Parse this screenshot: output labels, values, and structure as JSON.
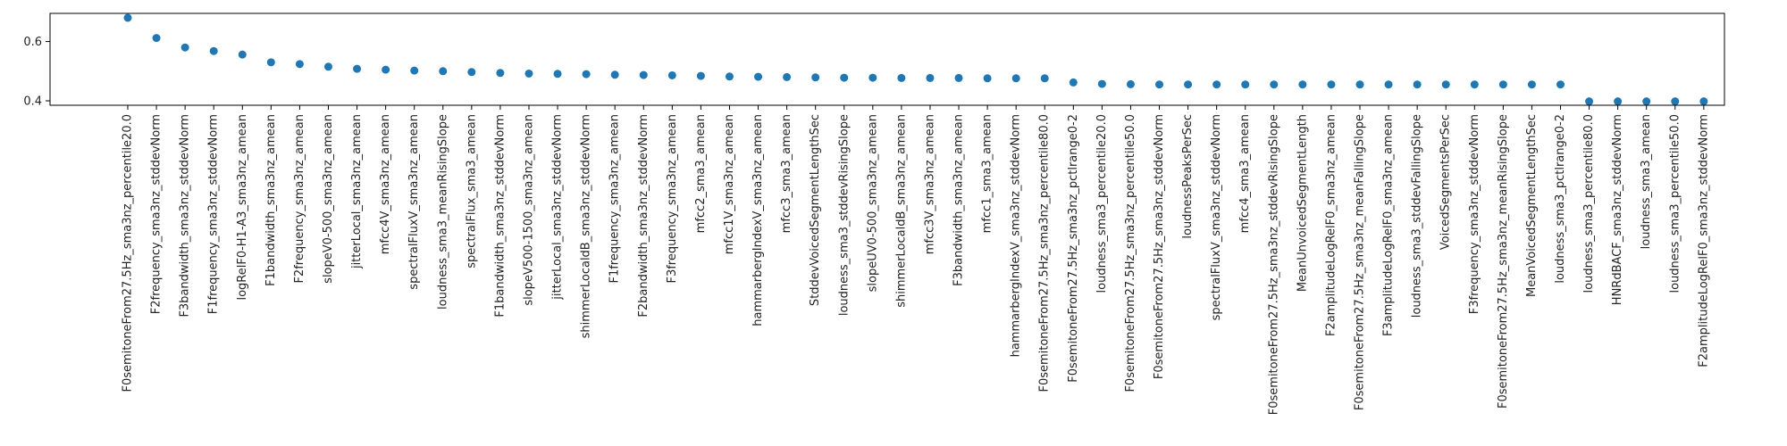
{
  "chart_data": {
    "type": "scatter",
    "title": "",
    "xlabel": "",
    "ylabel": "",
    "ylim": [
      0.385,
      0.695
    ],
    "y_ticks": [
      0.4,
      0.6
    ],
    "y_tick_labels": [
      "0.4",
      "0.6"
    ],
    "grid": false,
    "marker_color": "#1f77b4",
    "categories": [
      "F0semitoneFrom27.5Hz_sma3nz_percentile20.0",
      "F2frequency_sma3nz_stddevNorm",
      "F3bandwidth_sma3nz_stddevNorm",
      "F1frequency_sma3nz_stddevNorm",
      "logRelF0-H1-A3_sma3nz_amean",
      "F1bandwidth_sma3nz_amean",
      "F2frequency_sma3nz_amean",
      "slopeV0-500_sma3nz_amean",
      "jitterLocal_sma3nz_amean",
      "mfcc4V_sma3nz_amean",
      "spectralFluxV_sma3nz_amean",
      "loudness_sma3_meanRisingSlope",
      "spectralFlux_sma3_amean",
      "F1bandwidth_sma3nz_stddevNorm",
      "slopeV500-1500_sma3nz_amean",
      "jitterLocal_sma3nz_stddevNorm",
      "shimmerLocaldB_sma3nz_stddevNorm",
      "F1frequency_sma3nz_amean",
      "F2bandwidth_sma3nz_stddevNorm",
      "F3frequency_sma3nz_amean",
      "mfcc2_sma3_amean",
      "mfcc1V_sma3nz_amean",
      "hammarbergIndexV_sma3nz_amean",
      "mfcc3_sma3_amean",
      "StddevVoicedSegmentLengthSec",
      "loudness_sma3_stddevRisingSlope",
      "slopeUV0-500_sma3nz_amean",
      "shimmerLocaldB_sma3nz_amean",
      "mfcc3V_sma3nz_amean",
      "F3bandwidth_sma3nz_amean",
      "mfcc1_sma3_amean",
      "hammarbergIndexV_sma3nz_stddevNorm",
      "F0semitoneFrom27.5Hz_sma3nz_percentile80.0",
      "F0semitoneFrom27.5Hz_sma3nz_pctlrange0-2",
      "loudness_sma3_percentile20.0",
      "F0semitoneFrom27.5Hz_sma3nz_percentile50.0",
      "F0semitoneFrom27.5Hz_sma3nz_stddevNorm",
      "loudnessPeaksPerSec",
      "spectralFluxV_sma3nz_stddevNorm",
      "mfcc4_sma3_amean",
      "F0semitoneFrom27.5Hz_sma3nz_stddevRisingSlope",
      "MeanUnvoicedSegmentLength",
      "F2amplitudeLogRelF0_sma3nz_amean",
      "F0semitoneFrom27.5Hz_sma3nz_meanFallingSlope",
      "F3amplitudeLogRelF0_sma3nz_amean",
      "loudness_sma3_stddevFallingSlope",
      "VoicedSegmentsPerSec",
      "F3frequency_sma3nz_stddevNorm",
      "F0semitoneFrom27.5Hz_sma3nz_meanRisingSlope",
      "MeanVoicedSegmentLengthSec",
      "loudness_sma3_pctlrange0-2",
      "loudness_sma3_percentile80.0",
      "HNRdBACF_sma3nz_stddevNorm",
      "loudness_sma3_amean",
      "loudness_sma3_percentile50.0",
      "F2amplitudeLogRelF0_sma3nz_stddevNorm"
    ],
    "values": [
      0.68,
      0.612,
      0.58,
      0.568,
      0.556,
      0.53,
      0.524,
      0.515,
      0.508,
      0.505,
      0.502,
      0.5,
      0.497,
      0.494,
      0.492,
      0.491,
      0.49,
      0.488,
      0.487,
      0.486,
      0.484,
      0.482,
      0.481,
      0.48,
      0.479,
      0.478,
      0.478,
      0.477,
      0.477,
      0.477,
      0.476,
      0.476,
      0.476,
      0.462,
      0.457,
      0.456,
      0.455,
      0.455,
      0.455,
      0.455,
      0.455,
      0.455,
      0.455,
      0.455,
      0.455,
      0.455,
      0.455,
      0.455,
      0.455,
      0.455,
      0.455,
      0.398,
      0.398,
      0.398,
      0.398,
      0.398
    ]
  }
}
